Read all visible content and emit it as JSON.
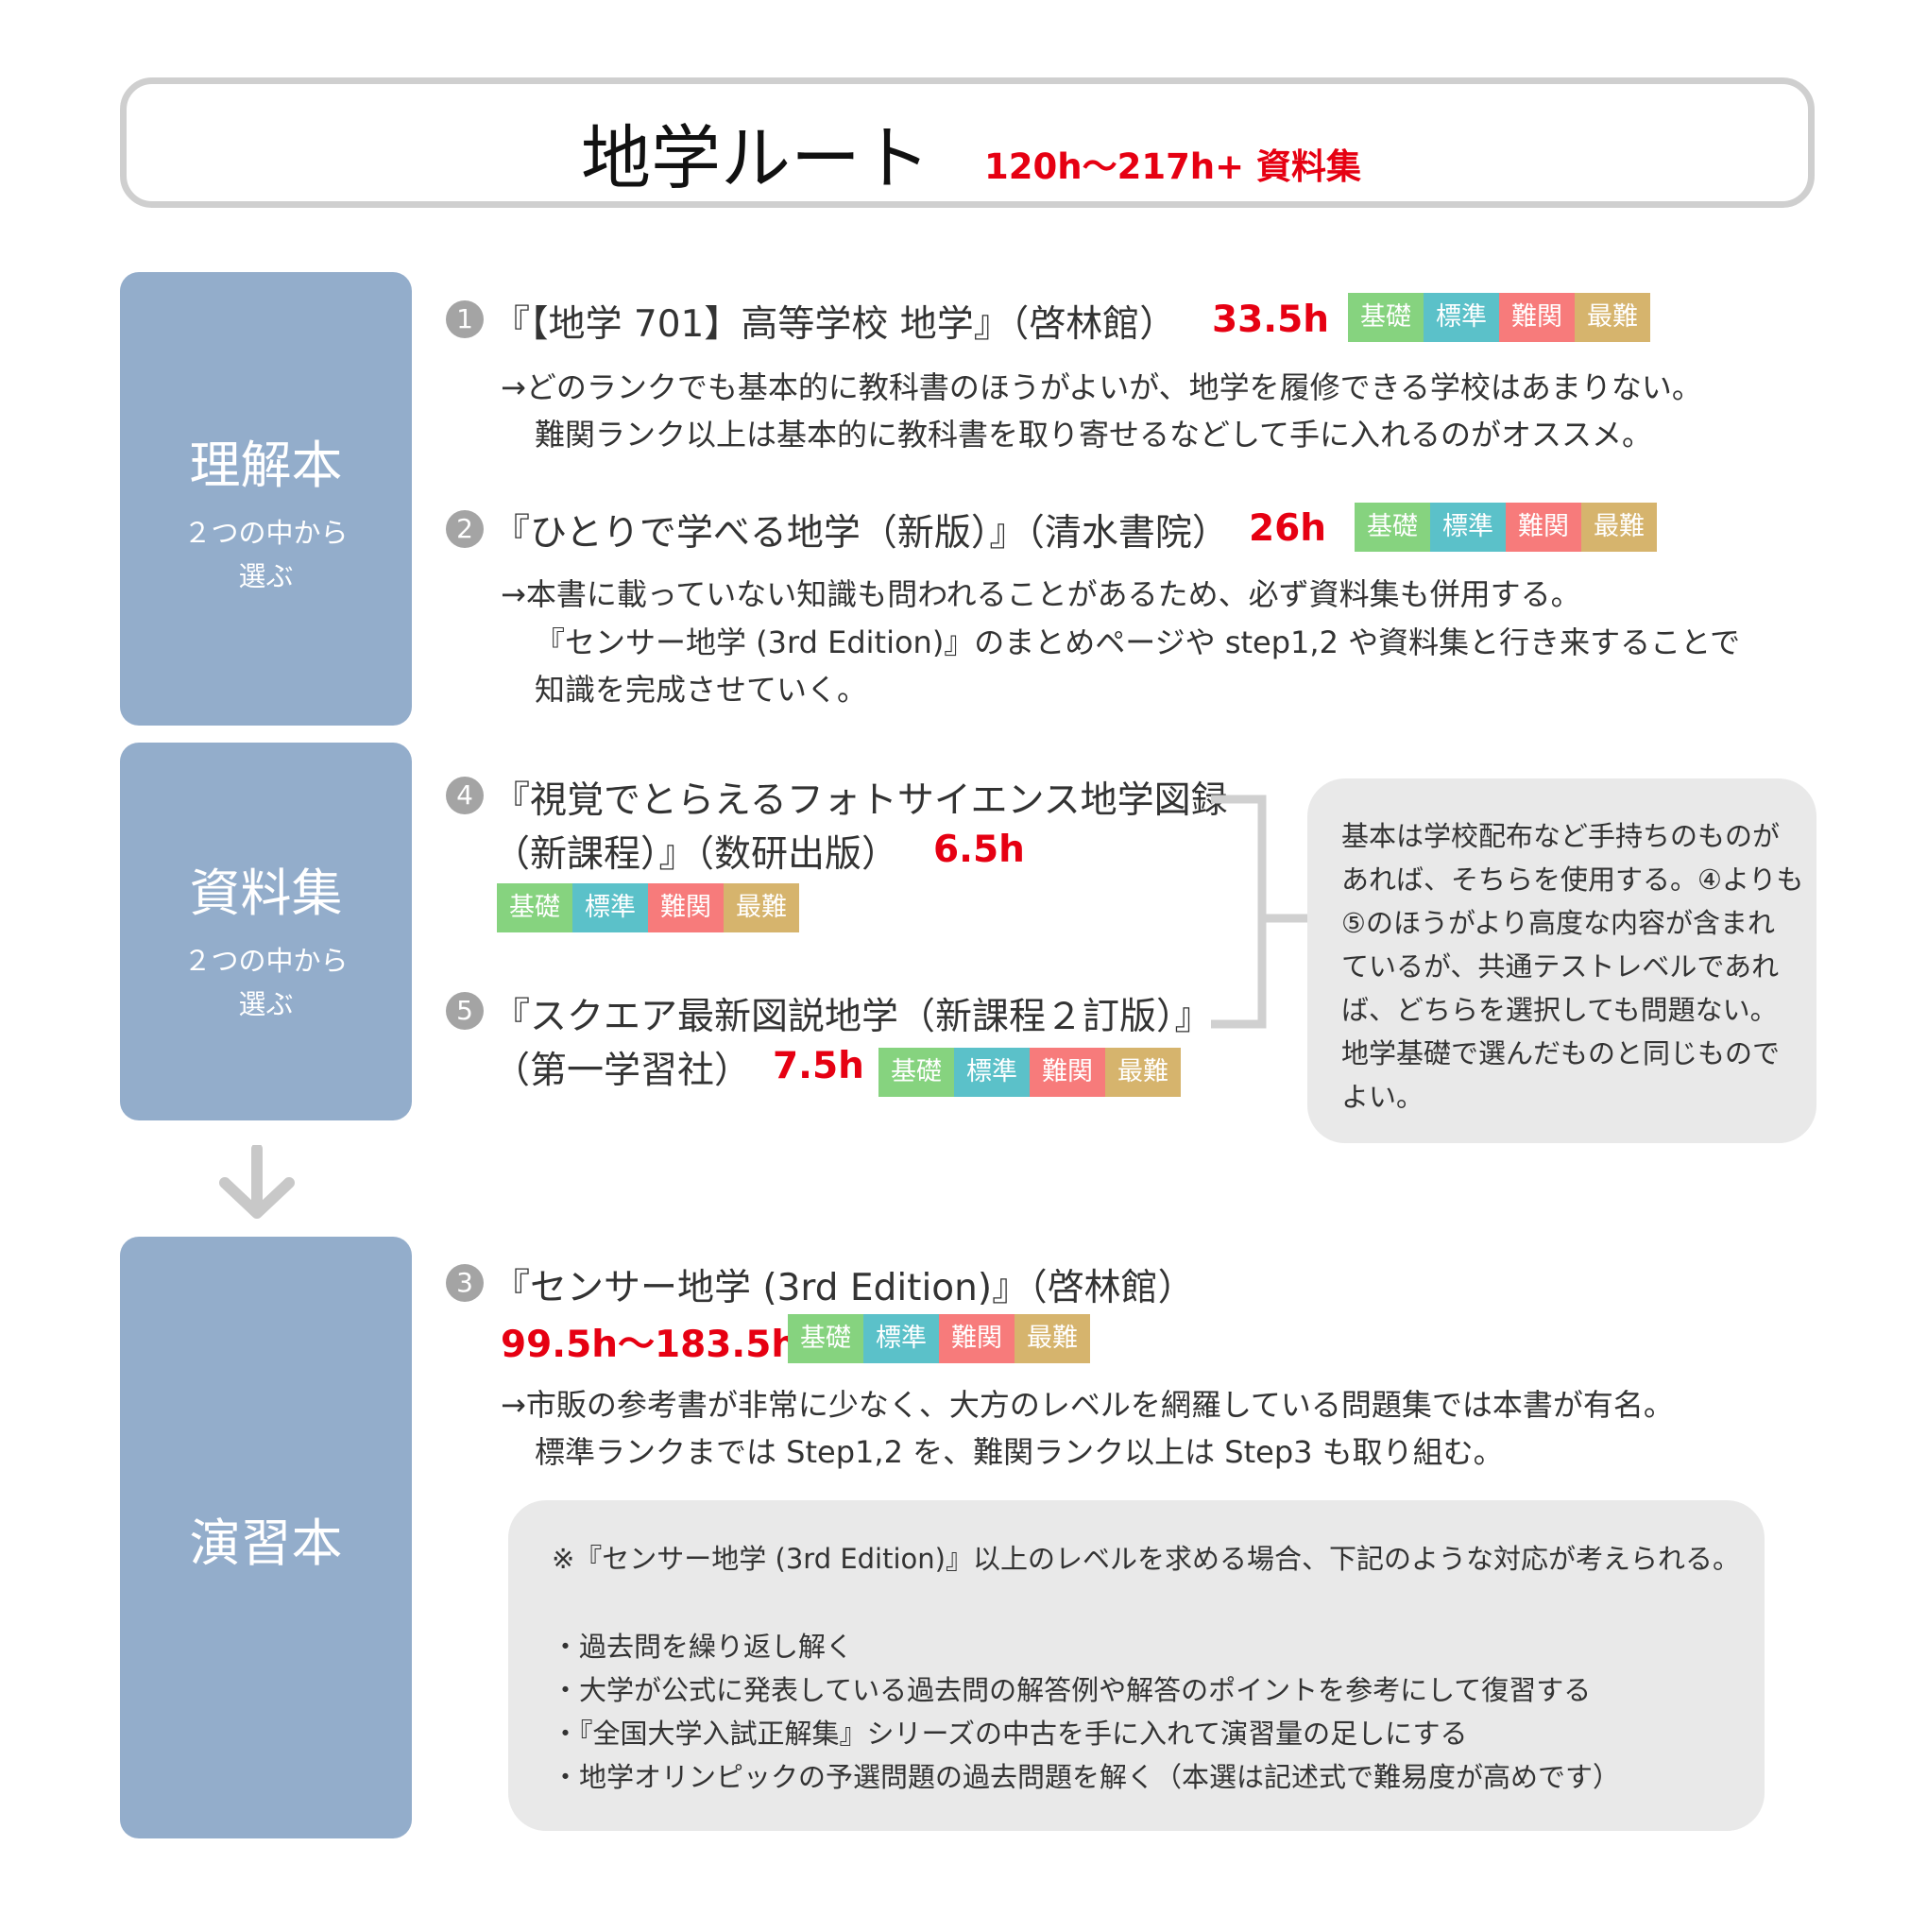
{
  "header": {
    "title": "地学ルート",
    "subtitle": "120h〜217h+ 資料集"
  },
  "blocks": [
    {
      "heading": "理解本",
      "sub1": "２つの中から",
      "sub2": "選ぶ"
    },
    {
      "heading": "資料集",
      "sub1": "２つの中から",
      "sub2": "選ぶ"
    },
    {
      "heading": "演習本"
    }
  ],
  "levels": [
    "基礎",
    "標準",
    "難関",
    "最難"
  ],
  "colors": {
    "basic": "#86d37f",
    "standard": "#5bc1c9",
    "hard": "#f77b7b",
    "hardest": "#d6b46d",
    "block": "#93adcb",
    "hours": "#e60012"
  },
  "items": [
    {
      "num": "1",
      "title": "『【地学 701】高等学校 地学』（啓林館）",
      "hours": "33.5h",
      "desc": [
        "→どのランクでも基本的に教科書のほうがよいが、地学を履修できる学校はあまりない。",
        "難関ランク以上は基本的に教科書を取り寄せるなどして手に入れるのがオススメ。"
      ]
    },
    {
      "num": "2",
      "title": "『ひとりで学べる地学（新版）』（清水書院）",
      "hours": "26h",
      "desc": [
        "→本書に載っていない知識も問われることがあるため、必ず資料集も併用する。",
        "『センサー地学 (3rd Edition)』のまとめページや step1,2 や資料集と行き来することで",
        "知識を完成させていく。"
      ]
    },
    {
      "num": "4",
      "title1": "『視覚でとらえるフォトサイエンス地学図録",
      "title2": "（新課程）』（数研出版）",
      "hours": "6.5h"
    },
    {
      "num": "5",
      "title1": "『スクエア最新図説地学（新課程２訂版）』",
      "title2": "（第一学習社）",
      "hours": "7.5h"
    },
    {
      "num": "3",
      "title": "『センサー地学 (3rd Edition)』（啓林館）",
      "hours": "99.5h〜183.5h",
      "desc": [
        "→市販の参考書が非常に少なく、大方のレベルを網羅している問題集では本書が有名。",
        "標準ランクまでは Step1,2 を、難関ランク以上は Step3 も取り組む。"
      ]
    }
  ],
  "side_note": [
    "基本は学校配布など手持ちのものが",
    "あれば、そちらを使用する。④よりも",
    "⑤のほうがより高度な内容が含まれ",
    "ているが、共通テストレベルであれ",
    "ば、どちらを選択しても問題ない。",
    "地学基礎で選んだものと同じもので",
    "よい。"
  ],
  "bottom_note": {
    "intro": "※『センサー地学 (3rd Edition)』以上のレベルを求める場合、下記のような対応が考えられる。",
    "bullets": [
      "・過去問を繰り返し解く",
      "・大学が公式に発表している過去問の解答例や解答のポイントを参考にして復習する",
      "・『全国大学入試正解集』シリーズの中古を手に入れて演習量の足しにする",
      "・地学オリンピックの予選問題の過去問題を解く（本選は記述式で難易度が高めです）"
    ]
  }
}
